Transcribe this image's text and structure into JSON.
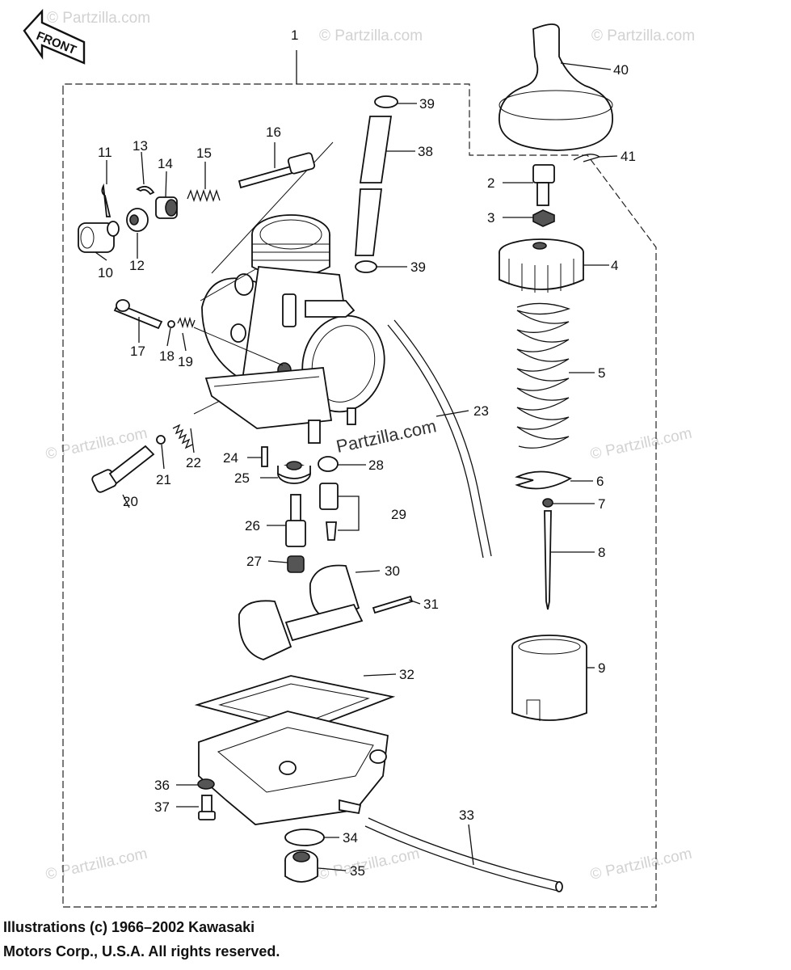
{
  "front_label": "FRONT",
  "watermark": "© Partzilla.com",
  "watermark_center": "Partzilla.com",
  "copyright": {
    "line1": "Illustrations (c) 1966–2002 Kawasaki",
    "line2": "Motors Corp., U.S.A.  All rights reserved."
  },
  "callouts": [
    "1",
    "2",
    "3",
    "4",
    "5",
    "6",
    "7",
    "8",
    "9",
    "10",
    "11",
    "12",
    "13",
    "14",
    "15",
    "16",
    "17",
    "18",
    "19",
    "20",
    "21",
    "22",
    "23",
    "24",
    "25",
    "26",
    "27",
    "28",
    "29",
    "30",
    "31",
    "32",
    "33",
    "34",
    "35",
    "36",
    "37",
    "38",
    "39",
    "39",
    "40",
    "41"
  ]
}
